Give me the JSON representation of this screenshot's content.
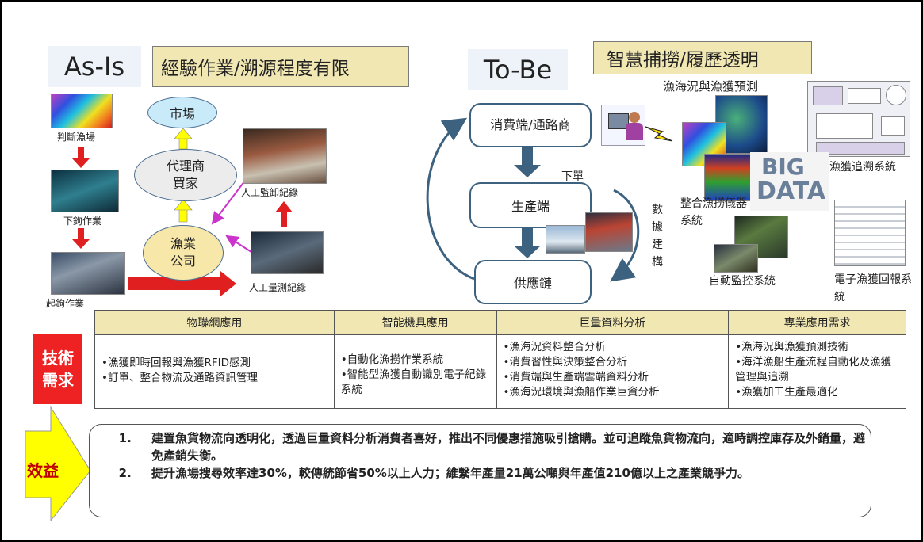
{
  "left": {
    "state_label": "As-Is",
    "heading": "經驗作業/溯源程度有限",
    "steps": [
      "判斷漁場",
      "下鉤作業",
      "起鉤作業"
    ],
    "market": "市場",
    "agent": "代理商\n買家",
    "company": "漁業\n公司",
    "unload_record": "人工監卸紀錄",
    "measure_record": "人工量測紀錄"
  },
  "right": {
    "state_label": "To-Be",
    "heading": "智慧捕撈/履歷透明",
    "consumer": "消費端/通路商",
    "order": "下單",
    "producer": "生產端",
    "supply": "供應鏈",
    "data_modeling": "數據建構",
    "forecast": "漁海況與漁獲預測",
    "traceability": "漁獲追溯系統",
    "instruments": "整合漁撈儀器系統",
    "monitoring": "自動監控系統",
    "elogbook": "電子漁獲回報系統",
    "bigdata_words": [
      "BIG",
      "DATA"
    ]
  },
  "tech": {
    "label": "技術\n需求",
    "headers": [
      "物聯網應用",
      "智能機具應用",
      "巨量資料分析",
      "專業應用需求"
    ],
    "cells": [
      [
        "•漁獲即時回報與漁獲RFID感測",
        "•訂單、整合物流及通路資訊管理"
      ],
      [
        "•自動化漁撈作業系統",
        "•智能型漁獲自動識別電子紀錄系統"
      ],
      [
        "•漁海況資料整合分析",
        "•消費習性與決策整合分析",
        "•消費端與生產端雲端資料分析",
        "•漁海況環境與漁船作業巨資分析"
      ],
      [
        "•漁海況與漁獲預測技術",
        "•海洋漁船生產流程自動化及漁獲管理與追溯",
        "•漁獲加工生產最適化"
      ]
    ]
  },
  "benefit": {
    "label": "效益",
    "items": [
      "建置魚貨物流向透明化，透過巨量資料分析消費者喜好，推出不同優惠措施吸引搶購。並可追蹤魚貨物流向，適時調控庫存及外銷量，避免產銷失衡。",
      "提升漁場搜尋效率達30%，較傳統節省50%以上人力；維繫年產量21萬公噸與年產值210億以上之產業競爭力。"
    ]
  },
  "colors": {
    "heading_fill": "#f1e7b3",
    "arrow_red": "#e02020",
    "arrow_yellow": "#ffff00",
    "arrow_purple": "#cc33cc",
    "flow_blue": "#3d6280",
    "tech_red": "#ee2222"
  }
}
